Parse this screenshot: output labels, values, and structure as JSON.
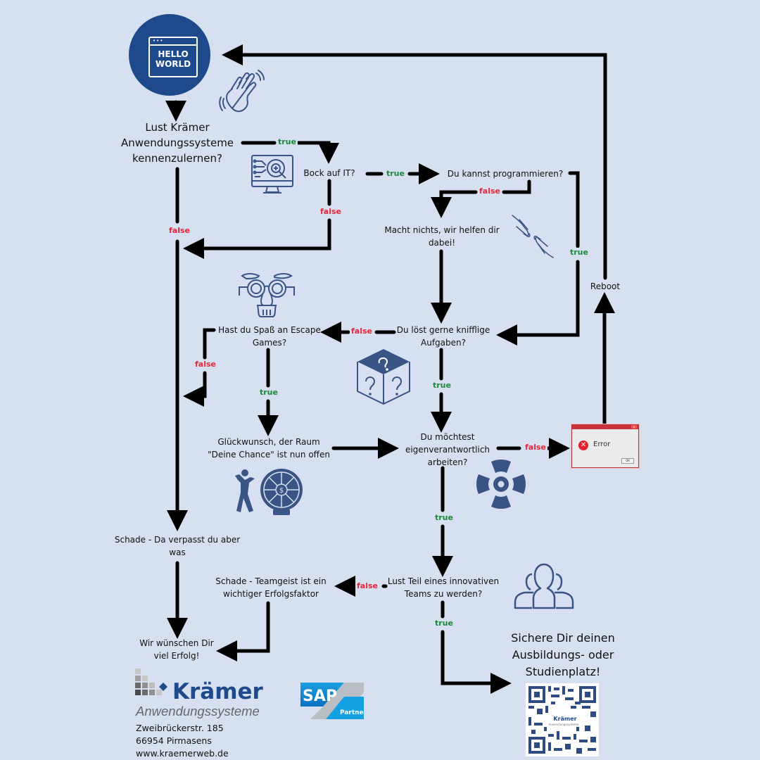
{
  "start": {
    "screen_line1": "HELLO",
    "screen_line2": "WORLD"
  },
  "nodes": {
    "q1_line1": "Lust Krämer",
    "q1_line2": "Anwendungssysteme",
    "q1_line3": "kennenzulernen?",
    "q2": "Bock auf IT?",
    "q3": "Du kannst programmieren?",
    "help_line1": "Macht nichts, wir helfen dir",
    "help_line2": "dabei!",
    "q4_line1": "Du löst gerne knifflige",
    "q4_line2": "Aufgaben?",
    "q5_line1": "Hast du Spaß an Escape",
    "q5_line2": "Games?",
    "congrats_line1": "Glückwunsch, der Raum",
    "congrats_line2": "\"Deine Chance\" ist nun offen",
    "q6_line1": "Du möchtest",
    "q6_line2": "eigenverantwortlich",
    "q6_line3": "arbeiten?",
    "reboot": "Reboot",
    "error_title": "Error",
    "error_ok": "OK",
    "miss_line1": "Schade - Da verpasst du aber",
    "miss_line2": "was",
    "q7_line1": "Lust Teil eines innovativen",
    "q7_line2": "Teams zu werden?",
    "teamgeist_line1": "Schade - Teamgeist ist ein",
    "teamgeist_line2": "wichtiger Erfolgsfaktor",
    "wish_line1": "Wir wünschen Dir",
    "wish_line2": "viel Erfolg!",
    "cta_line1": "Sichere Dir deinen",
    "cta_line2": "Ausbildungs- oder",
    "cta_line3": "Studienplatz!"
  },
  "edge_labels": {
    "true": "true",
    "false": "false"
  },
  "colors": {
    "true": "#1a8a3a",
    "false": "#e8253a",
    "brand": "#1e4a8c",
    "icon": "#3a5486",
    "background": "#d6e0f0"
  },
  "footer": {
    "logo_name": "Krämer",
    "logo_sub": "Anwendungssysteme",
    "street": "Zweibrückerstr. 185",
    "city": "66954 Pirmasens",
    "web": "www.kraemerweb.de",
    "sap_text": "SAP",
    "sap_partner": "Partner"
  },
  "qr": {
    "logo_text": "Krämer",
    "logo_sub": "Anwendungssysteme"
  }
}
